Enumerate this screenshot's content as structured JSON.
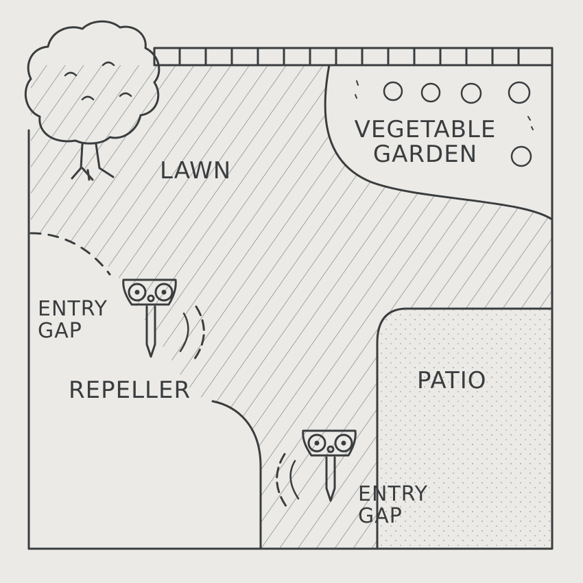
{
  "colors": {
    "ink": "#3a3d3f",
    "paper": "#ebeae6",
    "hatch": "#8f9293"
  },
  "labels": {
    "lawn": "LAWN",
    "vegetable_garden_line1": "VEGETABLE",
    "vegetable_garden_line2": "GARDEN",
    "entry_gap_left_line1": "ENTRY",
    "entry_gap_left_line2": "GAP",
    "repeller": "REPELLER",
    "patio": "PATIO",
    "entry_gap_right_line1": "ENTRY",
    "entry_gap_right_line2": "GAP"
  }
}
